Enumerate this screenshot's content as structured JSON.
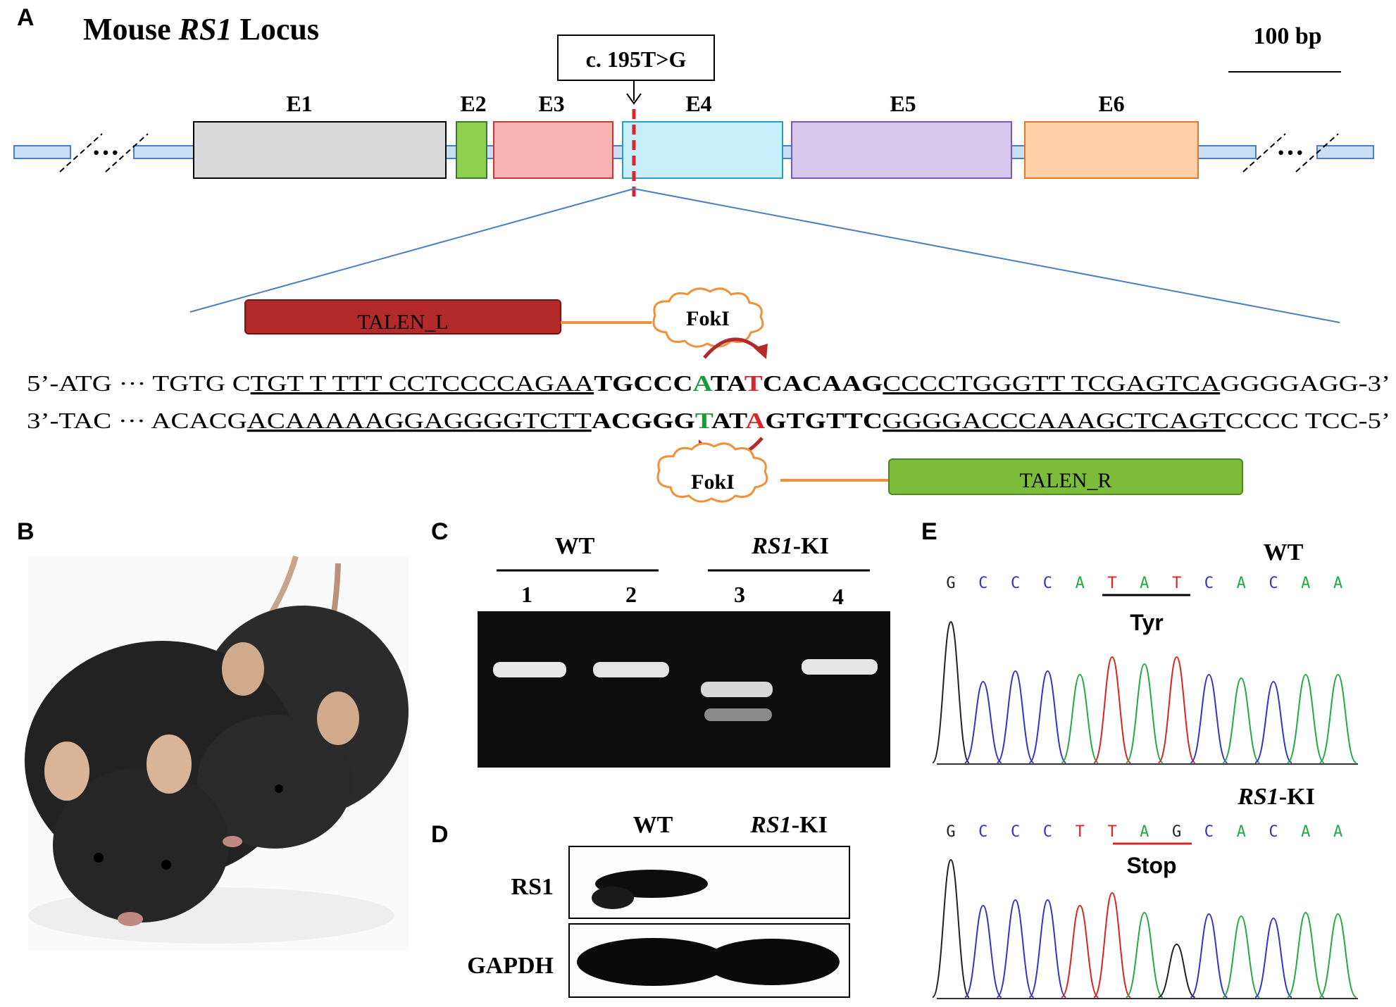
{
  "panels": {
    "a": "A",
    "b": "B",
    "c": "C",
    "d": "D",
    "e": "E"
  },
  "panel_a": {
    "title_prefix": "Mouse ",
    "title_gene": "RS1",
    "title_suffix": " Locus",
    "scale_label": "100 bp",
    "mutation_label": "c. 195T>G",
    "exons": [
      {
        "label": "E1",
        "color": "#d9d9d9"
      },
      {
        "label": "E2",
        "color": "#8fd14f"
      },
      {
        "label": "E3",
        "color": "#f7b2b2"
      },
      {
        "label": "E4",
        "color": "#c6eefb"
      },
      {
        "label": "E5",
        "color": "#d6c8ec"
      },
      {
        "label": "E6",
        "color": "#fdd0a8"
      }
    ],
    "ellipsis": "···",
    "talen_l": "TALEN_L",
    "talen_r": "TALEN_R",
    "foki_top": "FokI",
    "foki_bottom": "FokI",
    "sequence_top": {
      "prefix": "5’-ATG ··· TGTG C",
      "left_arm": "TGT T TTT CCTCCCCAGAA",
      "spacer_a": "TGCCC",
      "mut": "A",
      "spacer_b": "TA",
      "red": "T",
      "spacer_c": "CACAAG",
      "right_arm": "CCCCTGGGTT TCGAGTCA",
      "suffix": "GGGGAGG-3’"
    },
    "sequence_bottom": {
      "prefix": "3’-TAC ··· ACACG",
      "left_arm": "ACAAAAAGGAGGGGTCTT",
      "spacer_a": "ACGGG",
      "mut": "T",
      "spacer_b": "AT",
      "red": "A",
      "spacer_c": "GTGTTC",
      "right_arm": "GGGGACCCAAAGCTCAGT",
      "suffix": "CCCC TCC-5’"
    }
  },
  "panel_c": {
    "group_wt": "WT",
    "group_ki_gene": "RS1",
    "group_ki_suffix": "-KI",
    "lanes": [
      "1",
      "2",
      "3",
      "4"
    ]
  },
  "panel_d": {
    "col_wt": "WT",
    "col_ki_gene": "RS1",
    "col_ki_suffix": "-KI",
    "row_rs1": "RS1",
    "row_gapdh": "GAPDH"
  },
  "panel_e": {
    "wt_label": "WT",
    "ki_label_gene": "RS1",
    "ki_label_suffix": "-KI",
    "wt_bases": [
      "G",
      "C",
      "C",
      "C",
      "A",
      "T",
      "A",
      "T",
      "C",
      "A",
      "C",
      "A",
      "A"
    ],
    "ki_bases": [
      "G",
      "C",
      "C",
      "C",
      "T",
      "T",
      "A",
      "G",
      "C",
      "A",
      "C",
      "A",
      "A"
    ],
    "wt_codon": "Tyr",
    "ki_codon": "Stop",
    "base_colors": {
      "A": "#22aa44",
      "C": "#3333cc",
      "G": "#222222",
      "T": "#dd2222"
    }
  }
}
